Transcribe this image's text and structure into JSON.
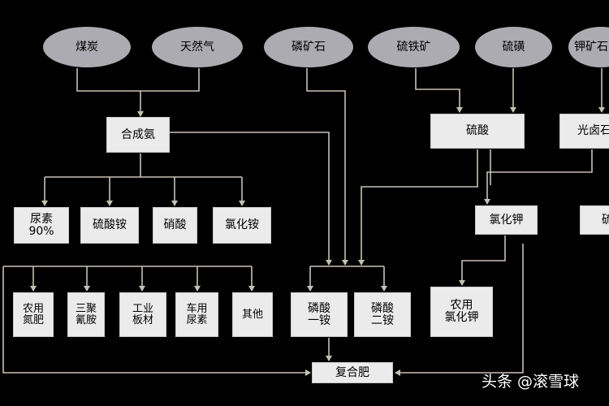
{
  "diagram": {
    "nodes": {
      "coal": "煤炭",
      "natural_gas": "天然气",
      "phosphate_rock": "磷矿石",
      "pyrite": "硫铁矿",
      "sulfur": "硫磺",
      "potash_ore": "钾矿石",
      "synthetic_ammonia": "合成氨",
      "sulfuric_acid": "硫酸",
      "brine": "光卤石",
      "urea": "尿素\n90%",
      "ammonium_sulfate": "硫酸铵",
      "nitric_acid": "硝酸",
      "ammonium_chloride": "氯化铵",
      "potassium_chloride": "氯化钾",
      "potassium_sulfate": "硫",
      "ag_urea": "农用\n氮肥",
      "melamine": "三聚\n氰胺",
      "industrial_board": "工业\n板材",
      "vehicle_urea": "车用\n尿素",
      "other": "其他",
      "map": "磷酸\n一铵",
      "dap": "磷酸\n二铵",
      "ag_kcl": "农用\n氯化钾",
      "compound_fertilizer": "复合肥"
    },
    "line_color": "#c7c1b5"
  },
  "watermark": {
    "text": "头条 @滚雪球"
  }
}
